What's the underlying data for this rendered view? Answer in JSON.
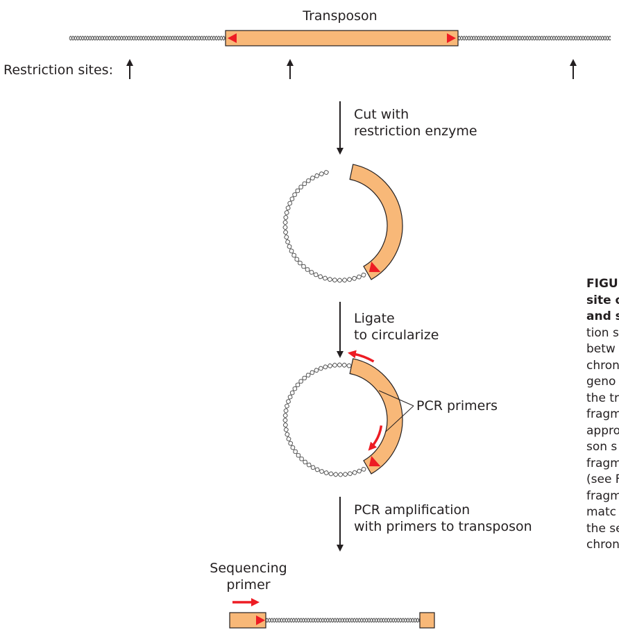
{
  "labels": {
    "transposon": "Transposon",
    "restriction_sites": "Restriction sites:",
    "step1": [
      "Cut with",
      "restriction enzyme"
    ],
    "step2": [
      "Ligate",
      "to circularize"
    ],
    "pcr_primers": "PCR primers",
    "step3": [
      "PCR amplification",
      "with primers to transposon"
    ],
    "sequencing_primer": [
      "Sequencing",
      "primer"
    ]
  },
  "caption": {
    "bold_lines": [
      "FIGU",
      "site o",
      "and s"
    ],
    "lines": [
      "tion s",
      "betw",
      "chron",
      "geno",
      "the tr",
      "fragm",
      "appro",
      "son s",
      "fragm",
      "(see F",
      "fragm",
      "matc",
      "the se",
      "chron"
    ]
  },
  "colors": {
    "transposon_fill": "#f8b878",
    "outline": "#231f20",
    "arrowhead": "#ed1c24",
    "primer": "#ed1c24",
    "dna": "#555555"
  }
}
